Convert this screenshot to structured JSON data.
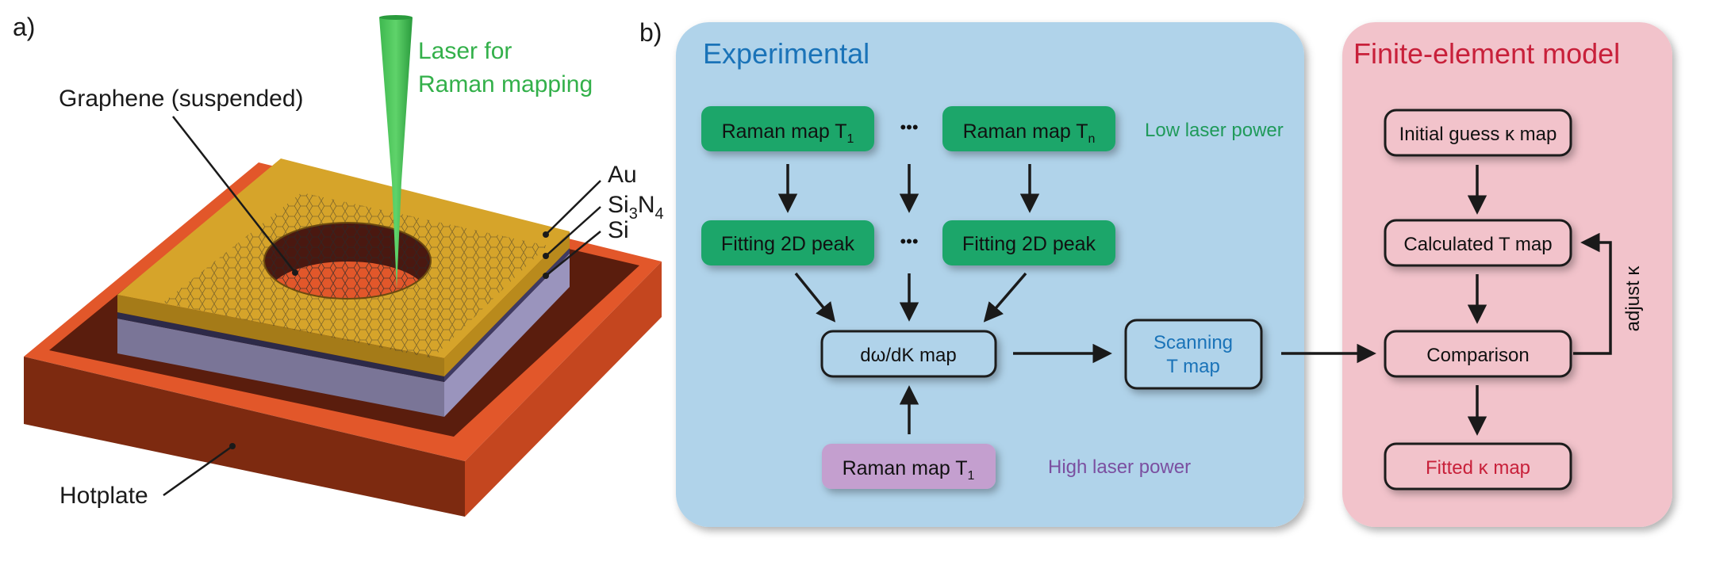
{
  "panel_a": {
    "label": "a)",
    "laser_label_line1": "Laser for",
    "laser_label_line2": "Raman mapping",
    "graphene_label": "Graphene (suspended)",
    "layer_au": "Au",
    "layer_si3n4_main": "Si",
    "layer_si3n4_sub1": "3",
    "layer_si3n4_mid": "N",
    "layer_si3n4_sub2": "4",
    "layer_si": "Si",
    "hotplate_label": "Hotplate",
    "colors": {
      "hotplate": "#e2572a",
      "gold": "#d6a42a",
      "nitride": "#8b86a8",
      "laser": "#33b04a"
    }
  },
  "panel_b": {
    "label": "b)",
    "experimental": {
      "title": "Experimental",
      "raman_t1": "Raman map T",
      "raman_t1_sub": "1",
      "raman_tn": "Raman map T",
      "raman_tn_sub": "n",
      "dots": "•••",
      "low_power": "Low laser power",
      "fit1": "Fitting 2D peak",
      "fit2": "Fitting 2D peak",
      "dwdk": "dω/dK map",
      "scan_line1": "Scanning",
      "scan_line2": "T map",
      "raman_high": "Raman map T",
      "raman_high_sub": "1",
      "high_power": "High laser power"
    },
    "fem": {
      "title": "Finite-element model",
      "initial": "Initial guess κ map",
      "calculated": "Calculated T map",
      "comparison": "Comparison",
      "fitted": "Fitted κ map",
      "adjust": "adjust κ"
    },
    "colors": {
      "exp_bg": "#b0d3ea",
      "fem_bg": "#f2c3cb",
      "green_box": "#1fa66a",
      "purple_box": "#c49fcf",
      "blue_title": "#1a73b8",
      "red_title": "#c8203a",
      "green_text": "#1f9a5a",
      "purple_text": "#7b4fa0"
    }
  }
}
